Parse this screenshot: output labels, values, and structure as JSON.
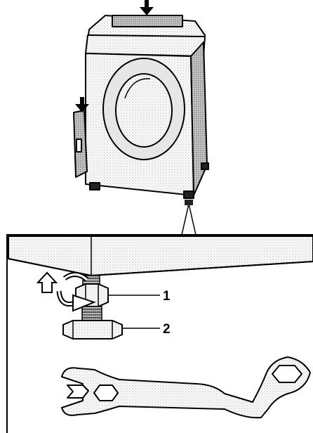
{
  "callouts": [
    {
      "id": "lock-nut",
      "label": "1"
    },
    {
      "id": "adjustable-foot",
      "label": "2"
    }
  ],
  "colors": {
    "line": "#000000",
    "fill": "#ffffff",
    "shade": "#d9d9d9",
    "shade_dark": "#b3b3b3"
  },
  "icons": [
    "press-arrow-icon",
    "rotate-arrow-icon",
    "lift-arrow-icon",
    "wrench-icon"
  ]
}
